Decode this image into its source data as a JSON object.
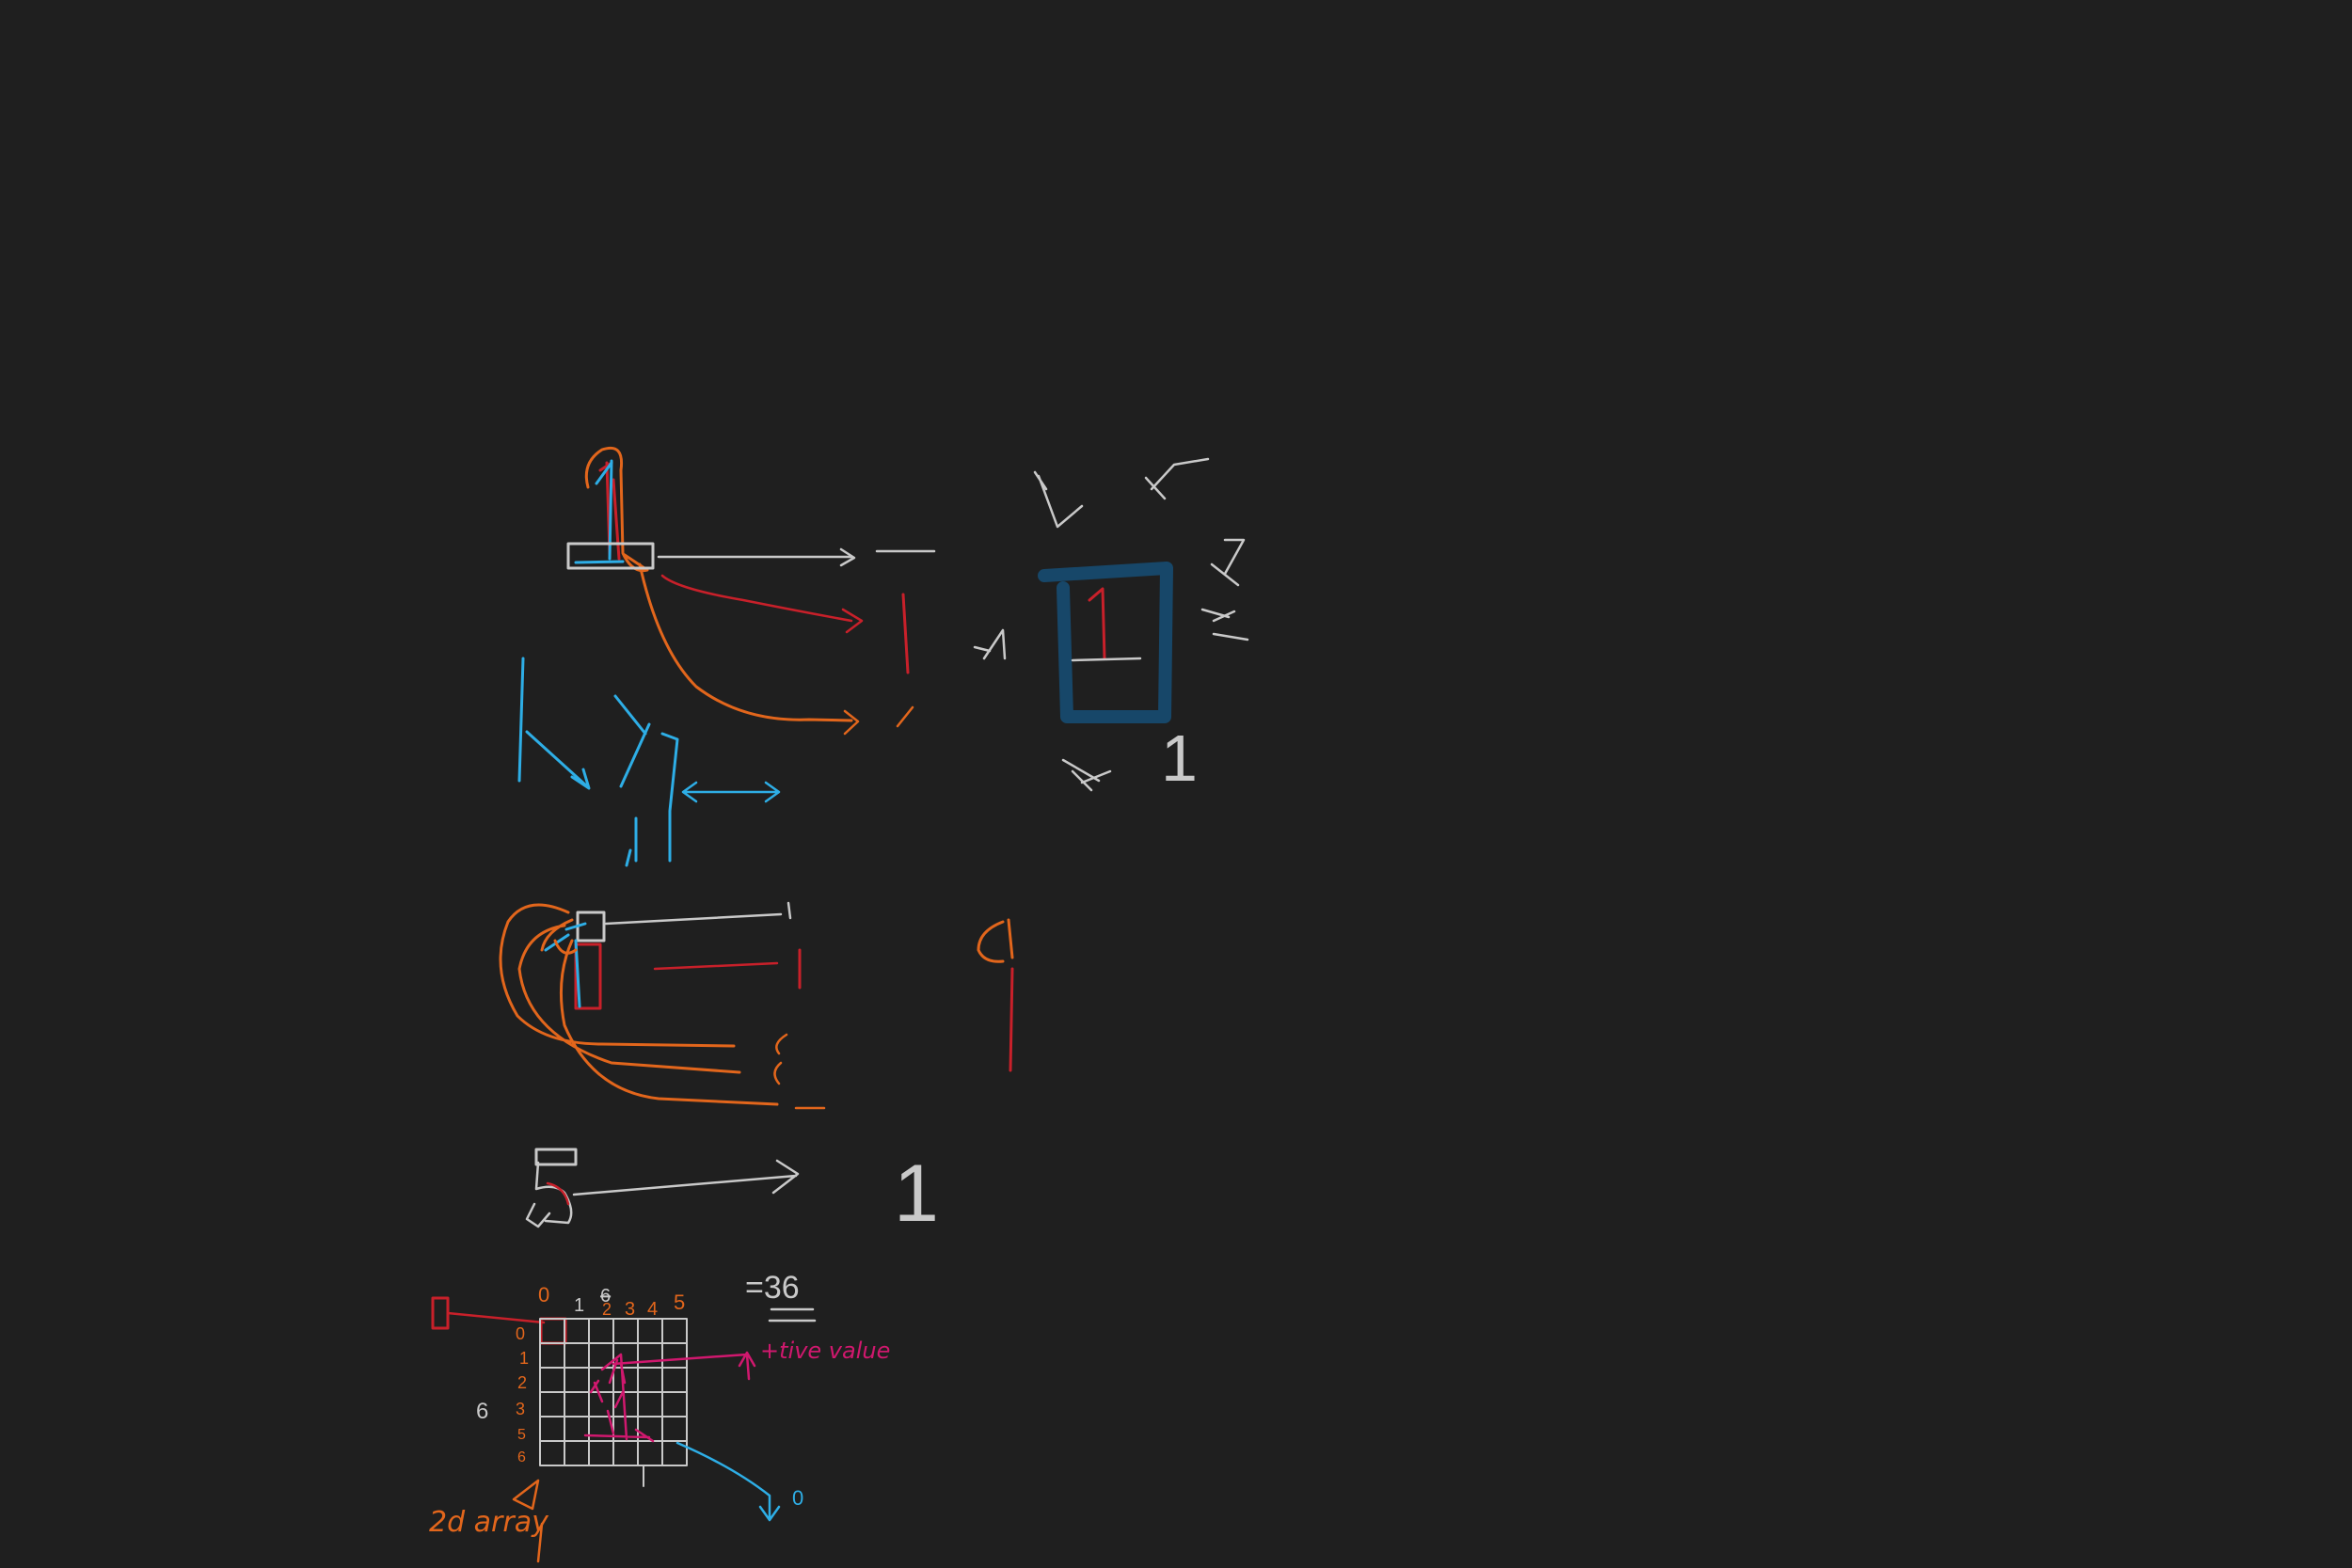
{
  "canvas": {
    "background": "#1f1f1f"
  },
  "palette": {
    "white": "#c9c9c9",
    "red": "#c8202a",
    "orange": "#e2661c",
    "blue": "#2eaee6",
    "navy": "#174769",
    "magenta": "#d0186e"
  },
  "sketch_one": {
    "glyph": "1",
    "orbit_glyphs": [
      "1",
      "1",
      "1",
      "1",
      "1",
      "1",
      "1"
    ]
  },
  "sketch_nine": {
    "glyph": "9"
  },
  "sketch_five": {
    "source_glyph": "5",
    "result_glyph": "1"
  },
  "grid_sketch": {
    "total_label": "=36",
    "column_indices": [
      "0",
      "1",
      "2",
      "3",
      "4",
      "5"
    ],
    "struck_index": "6",
    "row_indices": [
      "0",
      "1",
      "2",
      "3",
      "5",
      "6"
    ],
    "size_label": "6",
    "positive_value_label": "+tive value",
    "zero_label": "0",
    "array_label": "2d array"
  }
}
